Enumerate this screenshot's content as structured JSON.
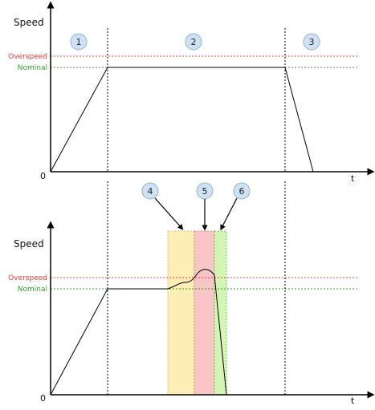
{
  "colors": {
    "overspeed": "#ff3333",
    "nominal": "#33a02c",
    "zone4": "#fdeeb6",
    "zone5": "#f8c6c6",
    "zone6": "#d4f5b6",
    "badge_fill": "#cfe2f3",
    "badge_stroke": "#8fb1cf",
    "axis": "#000000"
  },
  "top_diagram": {
    "y_axis_label": "Speed",
    "x_axis_label": "t",
    "origin_label": "0",
    "overspeed_label": "Overspeed",
    "nominal_label": "Nominal",
    "phase_badges": [
      "1",
      "2",
      "3"
    ]
  },
  "bottom_diagram": {
    "y_axis_label": "Speed",
    "x_axis_label": "t",
    "origin_label": "0",
    "overspeed_label": "Overspeed",
    "nominal_label": "Nominal",
    "zone_badges": [
      "4",
      "5",
      "6"
    ]
  }
}
